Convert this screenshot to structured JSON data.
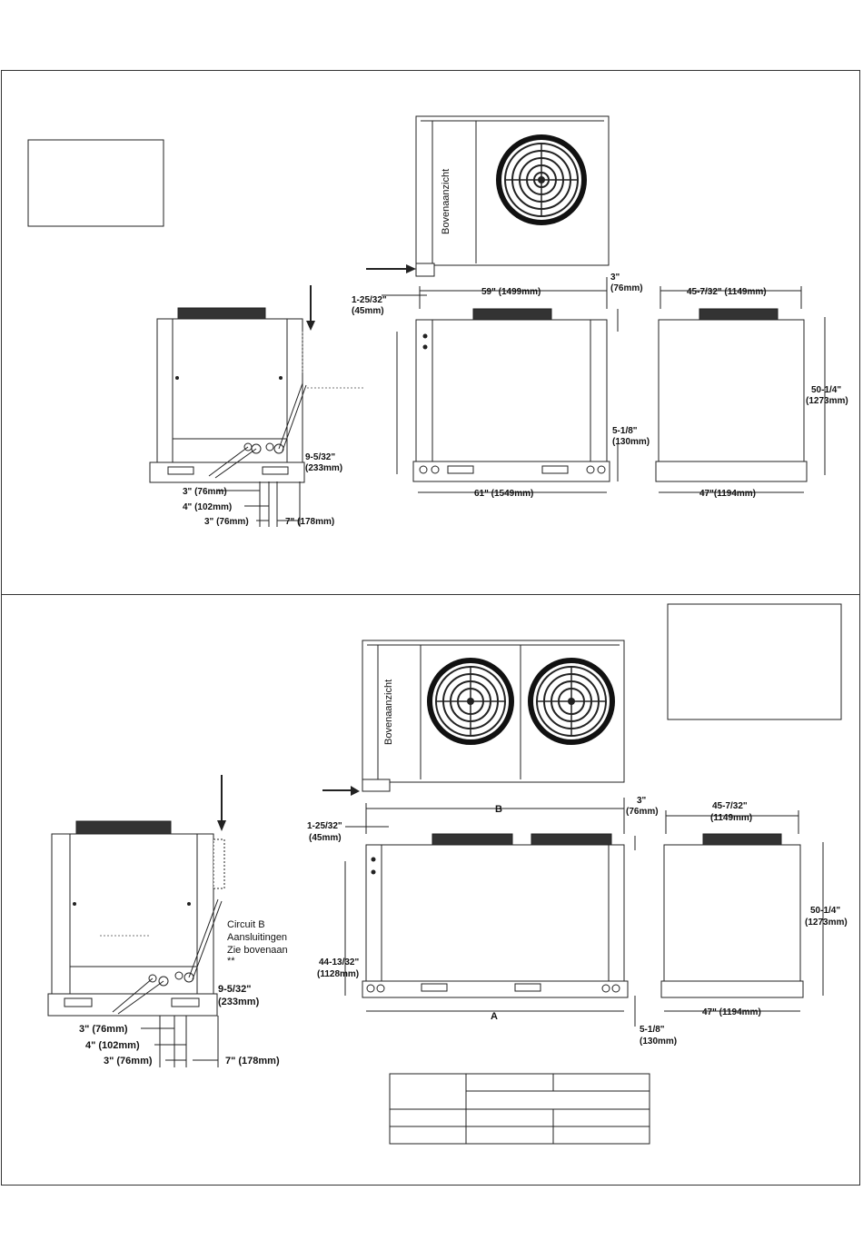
{
  "top_view_label": "Bovenaanzicht",
  "unit_small": {
    "width_top": "59\" (1499mm)",
    "top_offset": "3\"",
    "top_offset_mm": "(76mm)",
    "side_width_top": "45-7/32\" (1149mm)",
    "conn_offset": "1-25/32\"",
    "conn_offset_mm": "(45mm)",
    "height": "50-1/4\"",
    "height_mm": "(1273mm)",
    "base_height": "5-1/8\"",
    "base_height_mm": "(130mm)",
    "conn_side": "9-5/32\"",
    "conn_side_mm": "(233mm)",
    "width_bottom": "61\" (1549mm)",
    "side_width_bottom": "47\"(1194mm)",
    "dim_3_a": "3\" (76mm)",
    "dim_4": "4\" (102mm)",
    "dim_3_b": "3\" (76mm)",
    "dim_7": "7\" (178mm)"
  },
  "unit_large": {
    "width_top_letter": "B",
    "top_offset": "3\"",
    "top_offset_mm": "(76mm)",
    "side_width_top": "45-7/32\"",
    "side_width_top_mm": "(1149mm)",
    "conn_offset": "1-25/32\"",
    "conn_offset_mm": "(45mm)",
    "conn_height": "44-13/32\"",
    "conn_height_mm": "(1128mm)",
    "height": "50-1/4\"",
    "height_mm": "(1273mm)",
    "width_bottom_letter": "A",
    "base_height": "5-1/8\"",
    "base_height_mm": "(130mm)",
    "side_width_bottom": "47\" (1194mm)",
    "circuit_b_line1": "Circuit B",
    "circuit_b_line2": "Aansluitingen",
    "circuit_b_line3": "Zie bovenaan",
    "circuit_b_line4": "**",
    "conn_side": "9-5/32\"",
    "conn_side_mm": "(233mm)",
    "dim_3_a": "3\" (76mm)",
    "dim_4": "4\" (102mm)",
    "dim_3_b": "3\" (76mm)",
    "dim_7": "7\" (178mm)"
  }
}
